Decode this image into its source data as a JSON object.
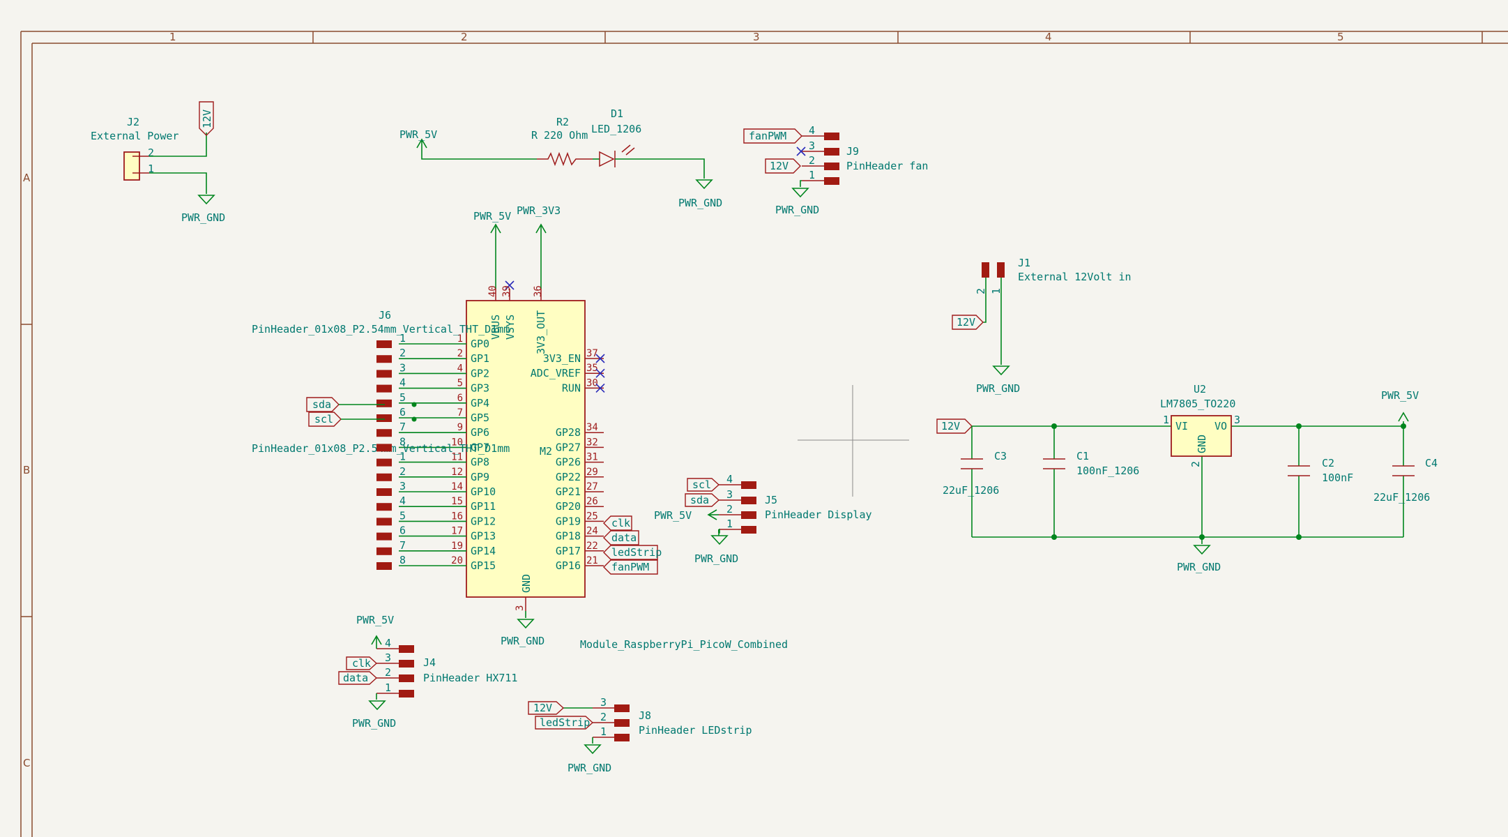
{
  "colors": {
    "wire": "#00851d",
    "component": "#9e1b1b",
    "text": "#00786f",
    "body_fill": "#fffec2",
    "pad": "#a11b12",
    "frame": "#8a4b2f",
    "no_connect": "#2a2ab8",
    "background": "#f5f4ef"
  },
  "frame": {
    "columns": [
      "1",
      "2",
      "3",
      "4",
      "5"
    ],
    "rows": [
      "A",
      "B",
      "C"
    ]
  },
  "power": {
    "pwr_5v": "PWR_5V",
    "pwr_gnd": "PWR_GND",
    "pwr_3v3": "PWR_3V3"
  },
  "nets": {
    "v12": "12V",
    "sda": "sda",
    "scl": "scl",
    "clk": "clk",
    "data": "data",
    "ledStrip": "ledStrip",
    "fanPWM": "fanPWM"
  },
  "components": {
    "j2": {
      "ref": "J2",
      "value": "External Power",
      "pins": [
        "2",
        "1"
      ]
    },
    "r2": {
      "ref": "R2",
      "value": "R 220 Ohm"
    },
    "d1": {
      "ref": "D1",
      "value": "LED_1206"
    },
    "j9": {
      "ref": "J9",
      "value": "PinHeader fan",
      "pins": [
        "4",
        "3",
        "2",
        "1"
      ]
    },
    "j1": {
      "ref": "J1",
      "value": "External 12Volt in",
      "pins": [
        "2",
        "1"
      ]
    },
    "j6": {
      "ref": "J6",
      "value": "PinHeader_01x08_P2.54mm_Vertical_THT_D1mm",
      "value2": "PinHeader_01x08_P2.54mm_Vertical_THT_D1mm",
      "pins": [
        "1",
        "2",
        "3",
        "4",
        "5",
        "6",
        "7",
        "8",
        "1",
        "2",
        "3",
        "4",
        "5",
        "6",
        "7",
        "8"
      ]
    },
    "m2": {
      "ref": "M2",
      "value": "Module_RaspberryPi_PicoW_Combined",
      "top_pins": [
        {
          "num": "40",
          "name": "VBUS"
        },
        {
          "num": "39",
          "name": "VSYS"
        },
        {
          "num": "36",
          "name": "3V3_OUT"
        }
      ],
      "left_pins": [
        {
          "num": "1",
          "name": "GP0"
        },
        {
          "num": "2",
          "name": "GP1"
        },
        {
          "num": "4",
          "name": "GP2"
        },
        {
          "num": "5",
          "name": "GP3"
        },
        {
          "num": "6",
          "name": "GP4"
        },
        {
          "num": "7",
          "name": "GP5"
        },
        {
          "num": "9",
          "name": "GP6"
        },
        {
          "num": "10",
          "name": "GP7"
        },
        {
          "num": "11",
          "name": "GP8"
        },
        {
          "num": "12",
          "name": "GP9"
        },
        {
          "num": "14",
          "name": "GP10"
        },
        {
          "num": "15",
          "name": "GP11"
        },
        {
          "num": "16",
          "name": "GP12"
        },
        {
          "num": "17",
          "name": "GP13"
        },
        {
          "num": "19",
          "name": "GP14"
        },
        {
          "num": "20",
          "name": "GP15"
        }
      ],
      "right_pins": [
        {
          "num": "37",
          "name": "3V3_EN"
        },
        {
          "num": "35",
          "name": "ADC_VREF"
        },
        {
          "num": "30",
          "name": "RUN"
        },
        {
          "num": "34",
          "name": "GP28"
        },
        {
          "num": "32",
          "name": "GP27"
        },
        {
          "num": "31",
          "name": "GP26"
        },
        {
          "num": "29",
          "name": "GP22"
        },
        {
          "num": "27",
          "name": "GP21"
        },
        {
          "num": "26",
          "name": "GP20"
        },
        {
          "num": "25",
          "name": "GP19"
        },
        {
          "num": "24",
          "name": "GP18"
        },
        {
          "num": "22",
          "name": "GP17"
        },
        {
          "num": "21",
          "name": "GP16"
        }
      ],
      "gnd": {
        "num": "3",
        "name": "GND"
      }
    },
    "j5": {
      "ref": "J5",
      "value": "PinHeader Display",
      "pins": [
        "4",
        "3",
        "2",
        "1"
      ]
    },
    "j4": {
      "ref": "J4",
      "value": "PinHeader HX711",
      "pins": [
        "4",
        "3",
        "2",
        "1"
      ]
    },
    "j8": {
      "ref": "J8",
      "value": "PinHeader LEDstrip",
      "pins": [
        "3",
        "2",
        "1"
      ]
    },
    "u2": {
      "ref": "U2",
      "value": "LM7805_TO220",
      "pin_vi": "VI",
      "pin_vo": "VO",
      "pin_gnd": "GND",
      "num_vi": "1",
      "num_vo": "3",
      "num_gnd": "2"
    },
    "c3": {
      "ref": "C3",
      "value": "22uF_1206"
    },
    "c1": {
      "ref": "C1",
      "value": "100nF_1206"
    },
    "c2": {
      "ref": "C2",
      "value": "100nF"
    },
    "c4": {
      "ref": "C4",
      "value": "22uF_1206"
    }
  }
}
